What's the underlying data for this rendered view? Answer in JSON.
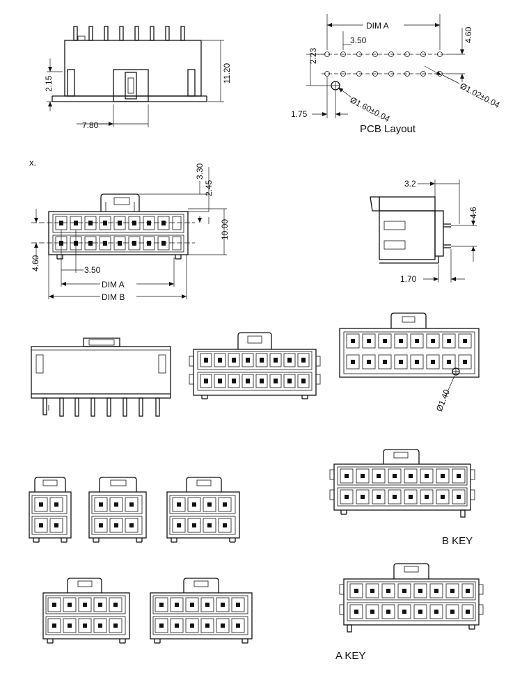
{
  "labels": {
    "x_mark": "x.",
    "pcb_layout": "PCB Layout",
    "b_key": "B  KEY",
    "a_key": "A  KEY"
  },
  "dims": {
    "d215": "2.15",
    "d1120": "11.20",
    "d780": "7.80",
    "dim_a": "DIM  A",
    "dim_b": "DIM  B",
    "d350": "3.50",
    "d460": "4.60",
    "d223": "2.23",
    "d175": "1.75",
    "hole160": "Ø1.60±0.04",
    "hole102": "Ø1.02±0.04",
    "d330": "3.30",
    "d245": "2.45",
    "d1000": "10.00",
    "d32": "3.2",
    "d46": "4.6",
    "d170": "1.70",
    "hole140": "Ø1.40"
  }
}
